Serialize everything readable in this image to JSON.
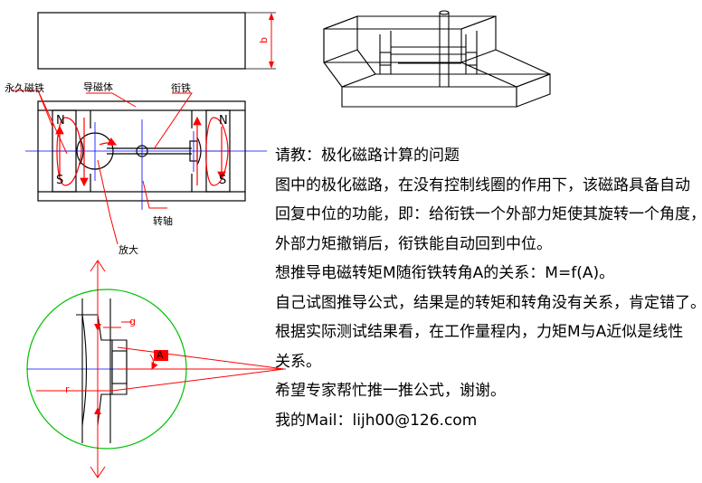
{
  "diagram": {
    "labels": {
      "permanent_magnet": "永久磁铁",
      "magnetic_conductor": "导磁体",
      "armature": "衔铁",
      "shaft": "转轴",
      "magnify": "放大",
      "dim_b": "b",
      "pole_n_left": "N",
      "pole_s_left": "S",
      "pole_n_right": "N",
      "pole_s_right": "S",
      "gap_g": "g",
      "angle_a": "A",
      "radius_r": "r"
    },
    "colors": {
      "lines": "#000000",
      "flux": "#ff0000",
      "center": "#0000ff",
      "circle": "#00c000"
    }
  },
  "text": {
    "lines": [
      "请教：极化磁路计算的问题",
      "图中的极化磁路，在没有控制线圈的作用下，该磁路具备自动",
      "回复中位的功能，即：给衔铁一个外部力矩使其旋转一个角度，",
      "外部力矩撤销后，衔铁能自动回到中位。",
      "想推导电磁转矩M随衔铁转角A的关系：M=f(A)。",
      "自己试图推导公式，结果是的转矩和转角没有关系，肯定错了。",
      "根据实际测试结果看，在工作量程内，力矩M与A近似是线性",
      "关系。",
      "希望专家帮忙推一推公式，谢谢。",
      "我的Mail：lijh00@126.com"
    ]
  }
}
